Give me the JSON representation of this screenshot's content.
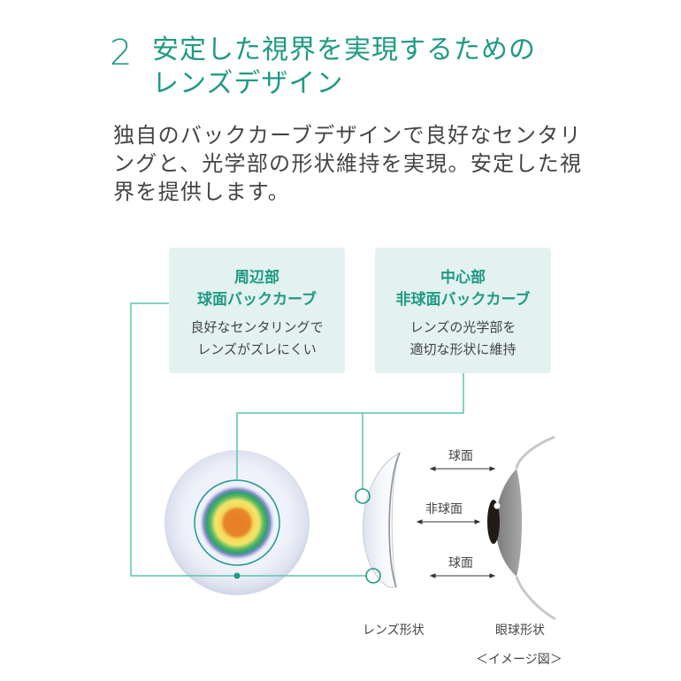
{
  "heading": {
    "number": "2",
    "title_line1": "安定した視界を実現するための",
    "title_line2": "レンズデザイン"
  },
  "description": {
    "line1": "独自のバックカーブデザインで良好なセンタリ",
    "line2": "ングと、光学部の形状維持を実現。安定した視",
    "line3": "界を提供します。"
  },
  "callouts": [
    {
      "title_line1": "周辺部",
      "title_line2": "球面バックカーブ",
      "desc_line1": "良好なセンタリングで",
      "desc_line2": "レンズがズレにくい"
    },
    {
      "title_line1": "中心部",
      "title_line2": "非球面バックカーブ",
      "desc_line1": "レンズの光学部を",
      "desc_line2": "適切な形状に維持"
    }
  ],
  "diagram": {
    "arrow_labels": [
      "球面",
      "非球面",
      "球面"
    ],
    "lens_shape_label": "レンズ形状",
    "eye_shape_label": "眼球形状",
    "image_note": "＜イメージ図＞"
  },
  "colors": {
    "accent": "#1f9a83",
    "line": "#5cc3ad",
    "box_bg": "#e3f1f1",
    "text": "#444444"
  }
}
